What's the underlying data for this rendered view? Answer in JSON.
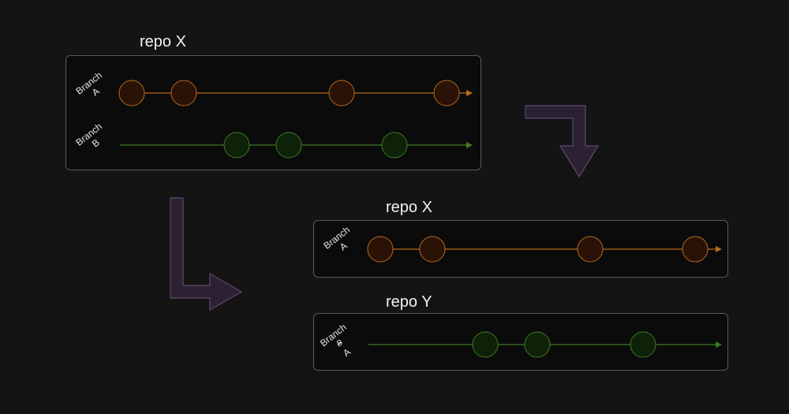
{
  "diagram": {
    "before": {
      "title": "repo X",
      "branches": [
        {
          "line1": "Branch",
          "line2": "A",
          "commits": 4,
          "color": "#b86a1c",
          "fill": "#2a1206"
        },
        {
          "line1": "Branch",
          "line2": "B",
          "commits": 3,
          "color": "#3f7a22",
          "fill": "#0d2209"
        }
      ]
    },
    "after_x": {
      "title": "repo X",
      "branch": {
        "line1": "Branch",
        "line2": "A",
        "commits": 4,
        "color": "#b86a1c",
        "fill": "#2a1206"
      }
    },
    "after_y": {
      "title": "repo Y",
      "branch": {
        "line1": "Branch",
        "struck": "B",
        "line2": "A",
        "commits": 3,
        "color": "#3f7a22",
        "fill": "#0d2209"
      }
    },
    "colors": {
      "background": "#141414",
      "box_border": "#5a5a5a",
      "arrow_fill": "#2b2132",
      "arrow_stroke": "#5d4a6b"
    },
    "icons": [
      "bent-arrow-icon",
      "bent-arrow-icon"
    ]
  }
}
